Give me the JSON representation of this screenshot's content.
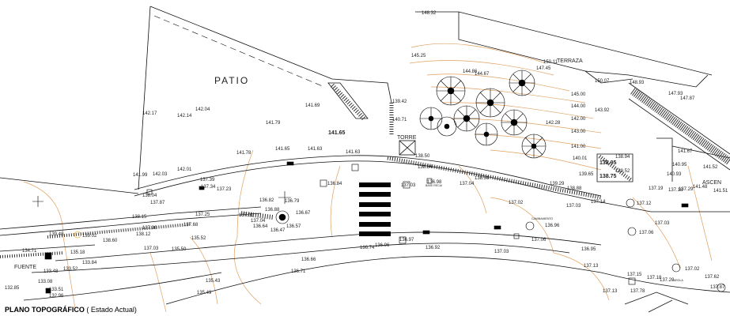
{
  "footer": {
    "title": "PLANO TOPOGRÁFICO",
    "subtitle": "( Estado Actual)"
  },
  "labels": {
    "patio": "PATIO",
    "terraza": "TERRAZA",
    "torre": "TORRE",
    "fuente": "FUENTE",
    "ascen": "ASCEN"
  },
  "elevations": [
    "148.32",
    "145.25",
    "150.11",
    "147.45",
    "144.86",
    "144.67",
    "145.00",
    "144.00",
    "143.92",
    "142.00",
    "143.00",
    "142.28",
    "141.00",
    "140.01",
    "150.07",
    "148.93",
    "147.93",
    "147.87",
    "142.17",
    "142.14",
    "142.04",
    "141.79",
    "141.65",
    "141.65",
    "141.63",
    "141.78",
    "141.63",
    "142.01",
    "142.03",
    "141.99",
    "141.69",
    "140.71",
    "139.42",
    "138.50",
    "138.84",
    "138.56",
    "139.29",
    "138.88",
    "138.95",
    "138.75",
    "139.65",
    "139.52",
    "138.94",
    "140.93",
    "140.95",
    "141.52",
    "141.48",
    "141.51",
    "141.67",
    "137.39",
    "137.23",
    "137.34",
    "138.04",
    "137.87",
    "138.15",
    "137.96",
    "137.68",
    "137.25",
    "137.01",
    "137.04",
    "136.64",
    "136.88",
    "136.82",
    "136.79",
    "136.67",
    "136.57",
    "136.47",
    "136.84",
    "137.03",
    "136.98",
    "137.04",
    "137.02",
    "137.03",
    "137.14",
    "136.96",
    "137.06",
    "137.12",
    "137.18",
    "137.06",
    "137.03",
    "137.29",
    "137.19",
    "139.48",
    "139.02",
    "138.60",
    "138.12",
    "137.03",
    "135.50",
    "135.52",
    "133.84",
    "133.52",
    "133.48",
    "133.08",
    "132.85",
    "134.71",
    "135.18",
    "136.74",
    "136.97",
    "136.92",
    "136.96",
    "136.66",
    "135.43",
    "135.49",
    "136.71",
    "137.03",
    "136.95",
    "137.13",
    "137.15",
    "137.13",
    "137.02",
    "137.18",
    "137.20",
    "133.51",
    "132.96",
    "137.78",
    "137.87",
    "137.62"
  ],
  "tags": [
    "BASE RECAI",
    "CAMINAMIENTO",
    "FAROLA"
  ],
  "colors": {
    "line": "#111111",
    "contour": "#e0a060",
    "accent": "#e8a000"
  }
}
